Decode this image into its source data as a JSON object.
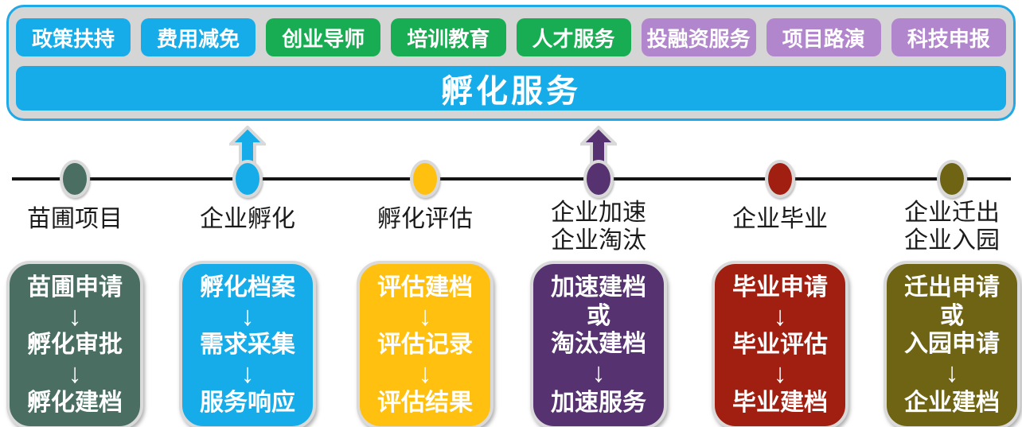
{
  "panel": {
    "title": "孵化服务",
    "bg_color": "#D5D5D5",
    "border_color": "#1FA9E6",
    "bar_color": "#15ACE9",
    "services": [
      {
        "label": "政策扶持",
        "color": "#15ACE9"
      },
      {
        "label": "费用减免",
        "color": "#15ACE9"
      },
      {
        "label": "创业导师",
        "color": "#18AD52"
      },
      {
        "label": "培训教育",
        "color": "#18AD52"
      },
      {
        "label": "人才服务",
        "color": "#18AD52"
      },
      {
        "label": "投融资服务",
        "color": "#B286CD"
      },
      {
        "label": "项目路演",
        "color": "#B286CD"
      },
      {
        "label": "科技申报",
        "color": "#B286CD"
      }
    ]
  },
  "icons": {
    "down_arrow": "↓"
  },
  "timeline": {
    "line_color": "#141414",
    "ring_color": "#D9D9D9"
  },
  "stages": [
    {
      "label": "苗圃项目",
      "color": "#4A6F62",
      "steps": [
        "苗圃申请",
        "孵化审批",
        "孵化建档"
      ]
    },
    {
      "label": "企业孵化",
      "color": "#15ACE9",
      "steps": [
        "孵化档案",
        "需求采集",
        "服务响应"
      ],
      "arrow_to_services": true
    },
    {
      "label": "孵化评估",
      "color": "#FFC010",
      "steps": [
        "评估建档",
        "评估记录",
        "评估结果"
      ]
    },
    {
      "label": "企业加速\n企业淘汰",
      "color": "#563370",
      "alt_steps": [
        "加速建档",
        "淘汰建档"
      ],
      "or_label": "或",
      "result_step": "加速服务",
      "arrow_to_services": true
    },
    {
      "label": "企业毕业",
      "color": "#A01F10",
      "steps": [
        "毕业申请",
        "毕业评估",
        "毕业建档"
      ]
    },
    {
      "label": "企业迁出\n企业入园",
      "color": "#6F6414",
      "alt_steps": [
        "迁出申请",
        "入园申请"
      ],
      "or_label": "或",
      "result_step": "企业建档"
    }
  ]
}
